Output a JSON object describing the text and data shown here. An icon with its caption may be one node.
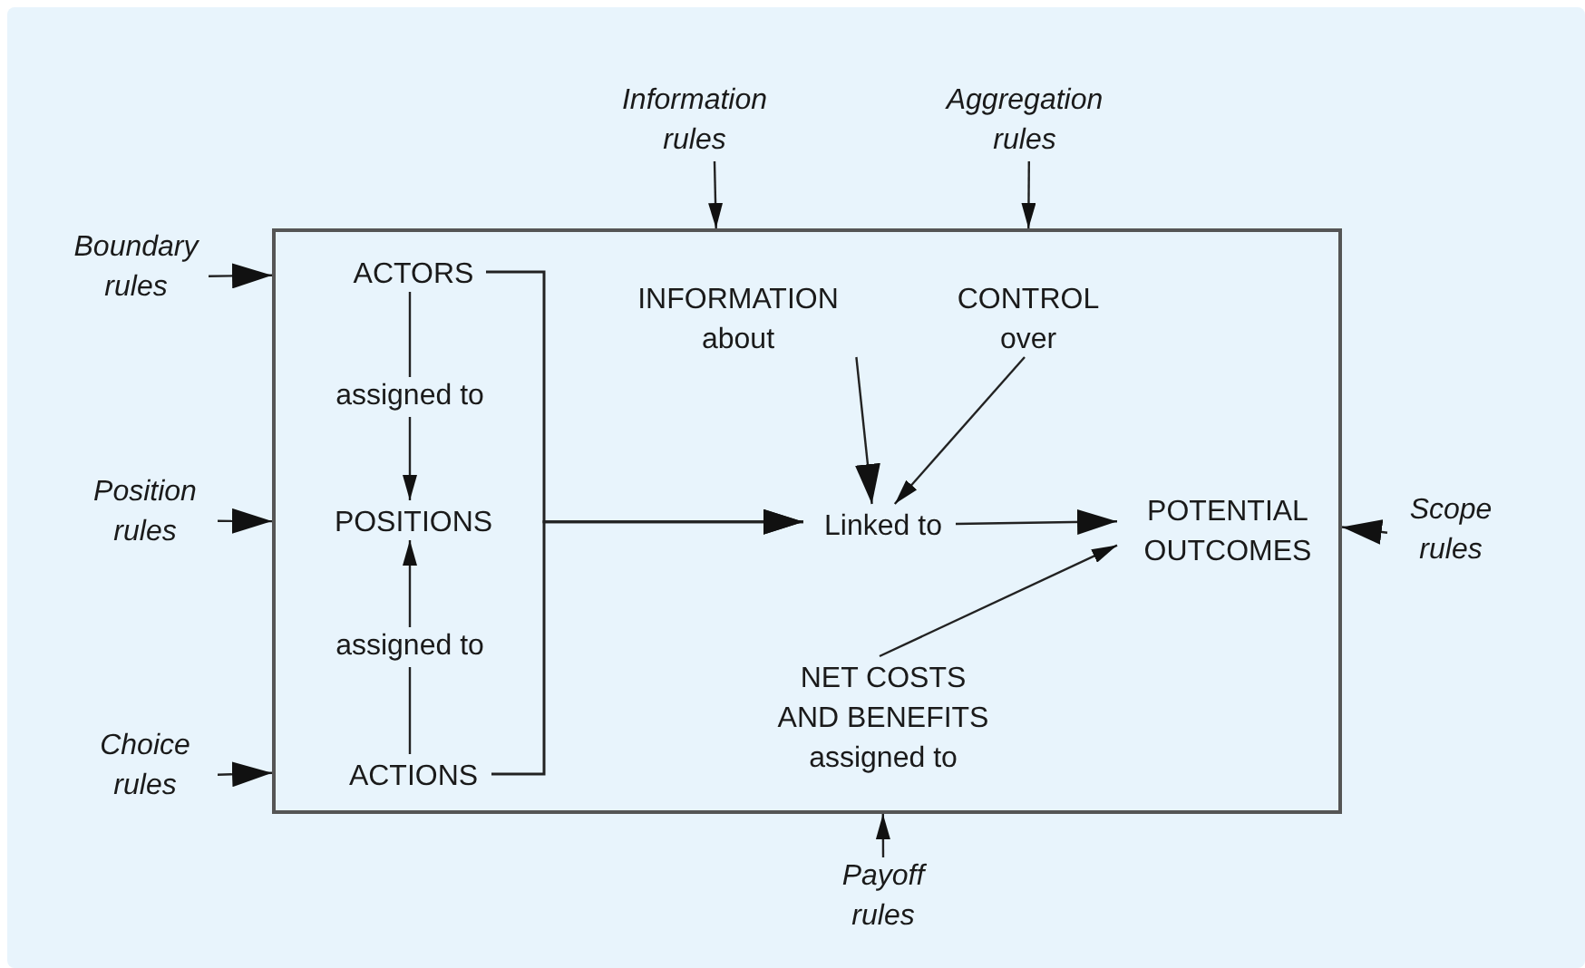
{
  "diagram": {
    "nodes": [
      {
        "text": [],
        "shape": "box"
      },
      {
        "text": [
          "ACTORS"
        ],
        "in": 0
      },
      {
        "text": [
          "POSITIONS"
        ],
        "in": 0
      },
      {
        "text": [
          "ACTIONS"
        ],
        "in": 0
      },
      {
        "text": [
          "INFORMATION about"
        ],
        "in": 0
      },
      {
        "text": [
          "CONTROL over"
        ],
        "in": 0
      },
      {
        "text": [
          "Linked to"
        ],
        "in": 0
      },
      {
        "text": [
          "POTENTIAL OUTCOMES"
        ],
        "in": 0
      },
      {
        "text": [
          "NET COSTS AND BENEFITS assigned to"
        ],
        "in": 0
      },
      {
        "text": [
          "Boundary rules"
        ]
      },
      {
        "text": [
          "Position rules"
        ]
      },
      {
        "text": [
          "Choice rules"
        ]
      },
      {
        "text": [
          "Information rules"
        ]
      },
      {
        "text": [
          "Aggregation rules"
        ]
      },
      {
        "text": [
          "Scope rules"
        ]
      },
      {
        "text": [
          "Payoff rules"
        ]
      }
    ],
    "edges": [
      {
        "from": 9,
        "to": 0,
        "arrow": "to"
      },
      {
        "from": 10,
        "to": 0,
        "arrow": "to"
      },
      {
        "from": 11,
        "to": 0,
        "arrow": "to"
      },
      {
        "from": 12,
        "to": 0,
        "arrow": "to"
      },
      {
        "from": 13,
        "to": 0,
        "arrow": "to"
      },
      {
        "from": 14,
        "to": 0,
        "arrow": "to"
      },
      {
        "from": 15,
        "to": 0,
        "arrow": "to"
      },
      {
        "from": 1,
        "to": 2,
        "arrow": "to",
        "label": "assigned to"
      },
      {
        "from": 3,
        "to": 2,
        "arrow": "to",
        "label": "assigned to"
      },
      {
        "from": 1,
        "to": 6,
        "arrow": "to"
      },
      {
        "from": 3,
        "to": 6,
        "arrow": "to"
      },
      {
        "from": 4,
        "to": 6,
        "arrow": "to"
      },
      {
        "from": 5,
        "to": 6,
        "arrow": "to"
      },
      {
        "from": 6,
        "to": 7,
        "arrow": "to"
      },
      {
        "from": 8,
        "to": 7,
        "arrow": "to"
      }
    ]
  }
}
